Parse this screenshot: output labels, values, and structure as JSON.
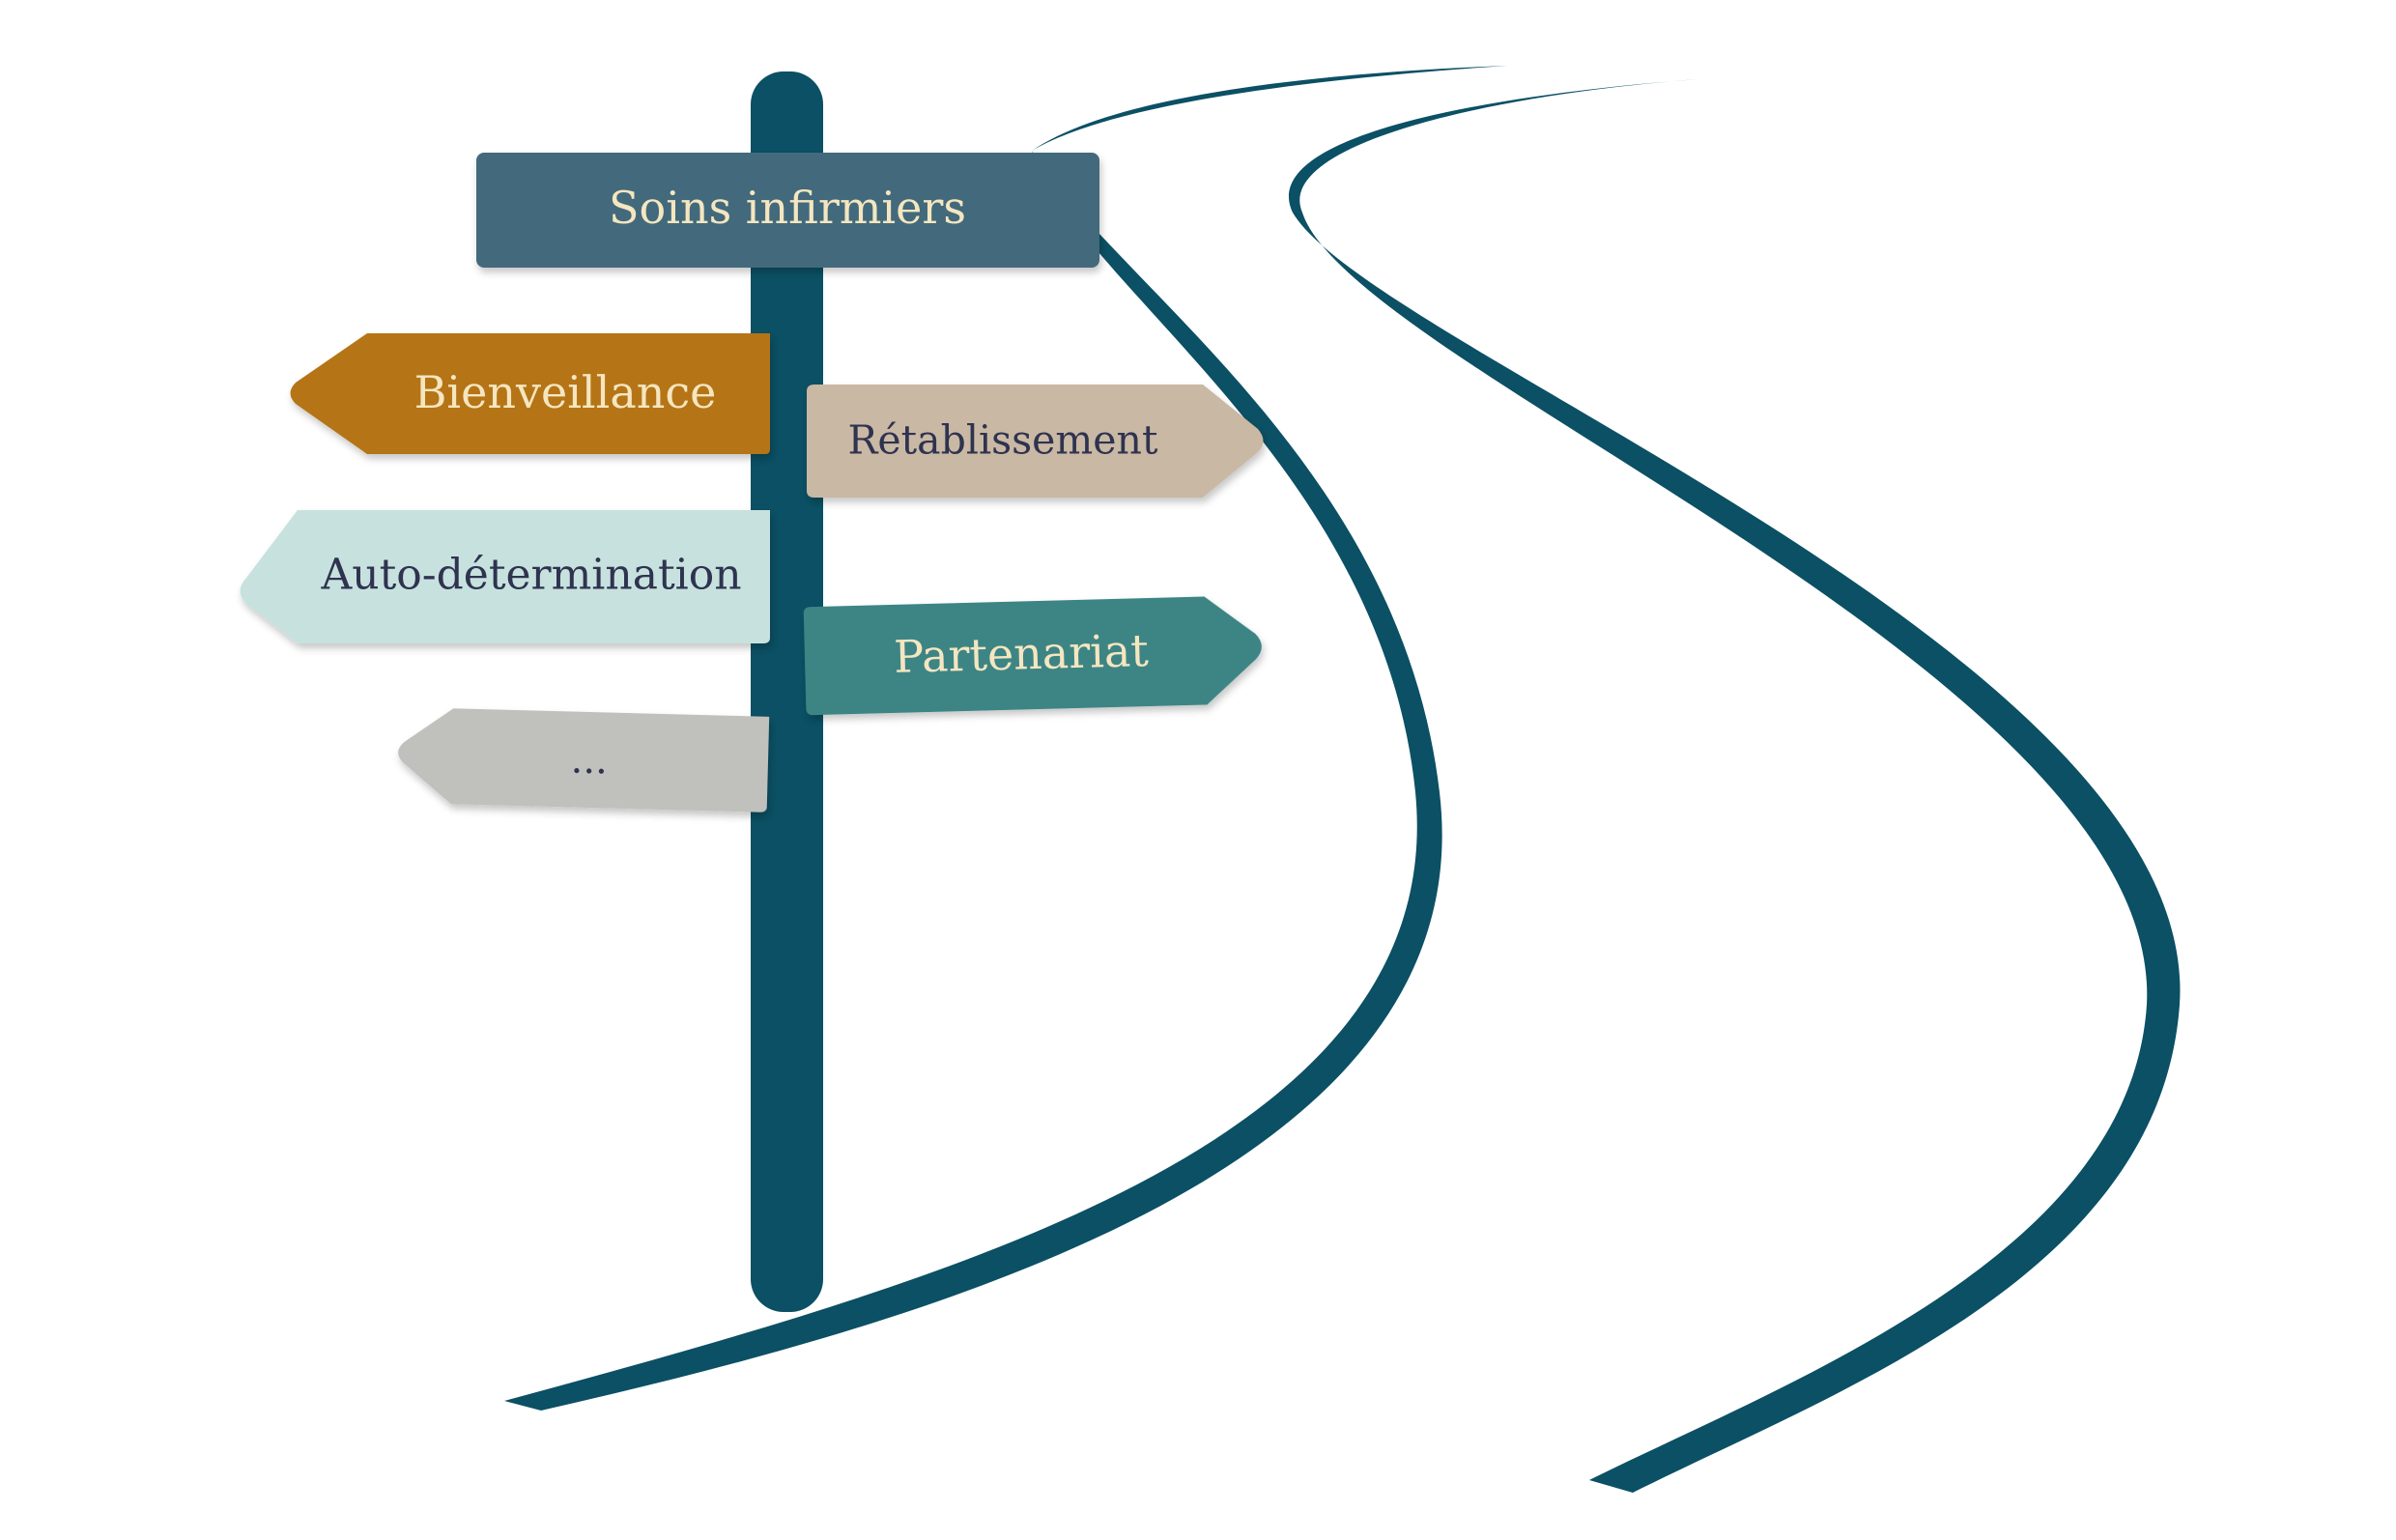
{
  "signpost": {
    "title": "Soins infirmiers",
    "signs": [
      {
        "key": "bienveillance",
        "label": "Bienveillance",
        "direction": "left",
        "fill": "#b57518",
        "text_color": "#f5e6c0"
      },
      {
        "key": "retablissement",
        "label": "Rétablissement",
        "direction": "right",
        "fill": "#c9b8a3",
        "text_color": "#2f3350"
      },
      {
        "key": "autodetermination",
        "label": "Auto-détermination",
        "direction": "left",
        "fill": "#c7e2de",
        "text_color": "#2f3350"
      },
      {
        "key": "partenariat",
        "label": "Partenariat",
        "direction": "right",
        "fill": "#3d8585",
        "text_color": "#f5e6c0"
      },
      {
        "key": "more",
        "label": "...",
        "direction": "left",
        "fill": "#c0c1bc",
        "text_color": "#2f3350"
      }
    ]
  },
  "colors": {
    "road": "#0b5064",
    "post": "#0b5064",
    "title_sign": "#436b7c",
    "title_text": "#f5e6c0"
  }
}
